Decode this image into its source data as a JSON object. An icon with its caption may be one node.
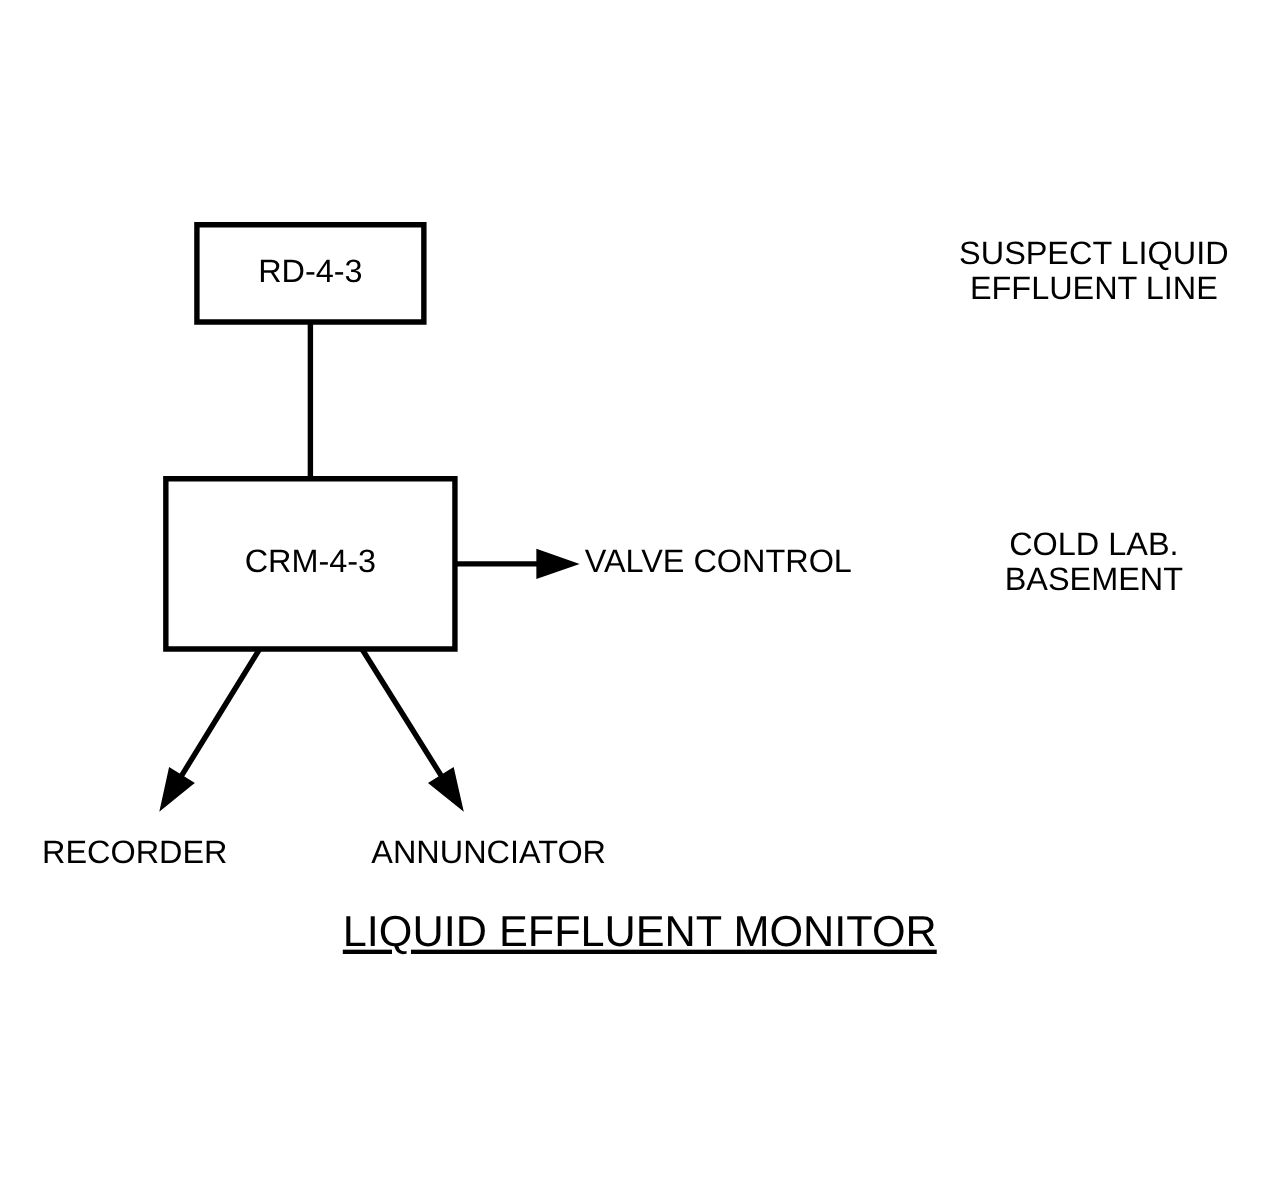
{
  "diagram": {
    "caption": "LIQUID EFFLUENT MONITOR",
    "nodes": [
      {
        "text": [
          "RD-4-3"
        ]
      },
      {
        "text": [
          "CRM-4-3"
        ]
      },
      {
        "text": [
          "VALVE CONTROL"
        ]
      },
      {
        "text": [
          "RECORDER"
        ]
      },
      {
        "text": [
          "ANNUNCIATOR"
        ]
      }
    ],
    "edges": [
      {
        "from": 0,
        "to": 1,
        "arrow": "none"
      },
      {
        "from": 1,
        "to": 2,
        "arrow": "to"
      },
      {
        "from": 1,
        "to": 3,
        "arrow": "to"
      },
      {
        "from": 1,
        "to": 4,
        "arrow": "to"
      }
    ],
    "labels": [
      "SUSPECT LIQUID EFFLUENT LINE",
      "COLD LAB. BASEMENT"
    ]
  }
}
